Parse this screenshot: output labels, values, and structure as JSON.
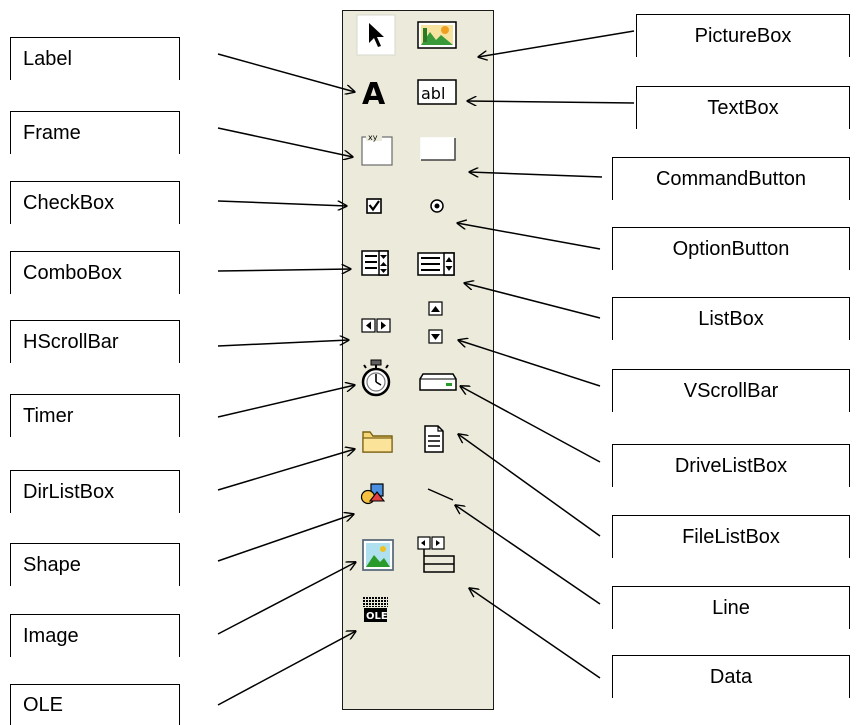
{
  "diagram": {
    "left_labels": [
      "Label",
      "Frame",
      "CheckBox",
      "ComboBox",
      "HScrollBar",
      "Timer",
      "DirListBox",
      "Shape",
      "Image",
      "OLE"
    ],
    "right_labels": [
      "PictureBox",
      "TextBox",
      "CommandButton",
      "OptionButton",
      "ListBox",
      "VScrollBar",
      "DriveListBox",
      "FileListBox",
      "Line",
      "Data"
    ],
    "icons": {
      "label_glyph": "A",
      "textbox_glyph": "abl",
      "frame_caption": "xy",
      "ole_glyph": "OLE"
    }
  }
}
